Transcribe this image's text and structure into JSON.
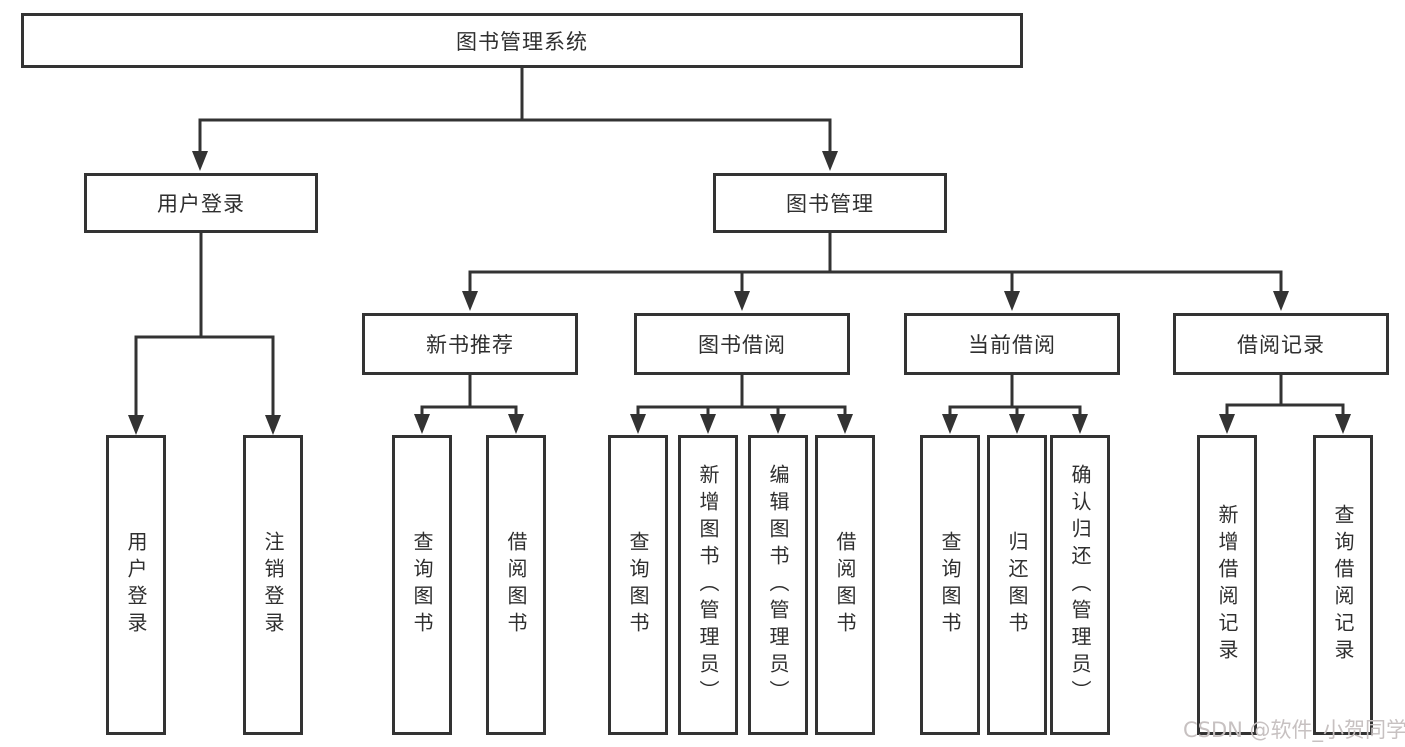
{
  "colors": {
    "line": "#333333",
    "box_border": "#333333",
    "box_fill": "#ffffff",
    "text": "#2f2f2f",
    "background": "#ffffff",
    "watermark_text": "#c7c1c1"
  },
  "watermark": {
    "label": "CSDN @软件_小贺同学"
  },
  "nodes": {
    "root": {
      "label": "图书管理系统"
    },
    "branches": [
      {
        "label": "用户登录",
        "leaves": [
          {
            "label": "用户登录"
          },
          {
            "label": "注销登录"
          }
        ]
      },
      {
        "label": "图书管理",
        "groups": [
          {
            "label": "新书推荐",
            "leaves": [
              {
                "label": "查询图书"
              },
              {
                "label": "借阅图书"
              }
            ]
          },
          {
            "label": "图书借阅",
            "leaves": [
              {
                "label": "查询图书"
              },
              {
                "label": "新增图书（管理员）"
              },
              {
                "label": "编辑图书（管理员）"
              },
              {
                "label": "借阅图书"
              }
            ]
          },
          {
            "label": "当前借阅",
            "leaves": [
              {
                "label": "查询图书"
              },
              {
                "label": "归还图书"
              },
              {
                "label": "确认归还（管理员）"
              }
            ]
          },
          {
            "label": "借阅记录",
            "leaves": [
              {
                "label": "新增借阅记录"
              },
              {
                "label": "查询借阅记录"
              }
            ]
          }
        ]
      }
    ]
  }
}
